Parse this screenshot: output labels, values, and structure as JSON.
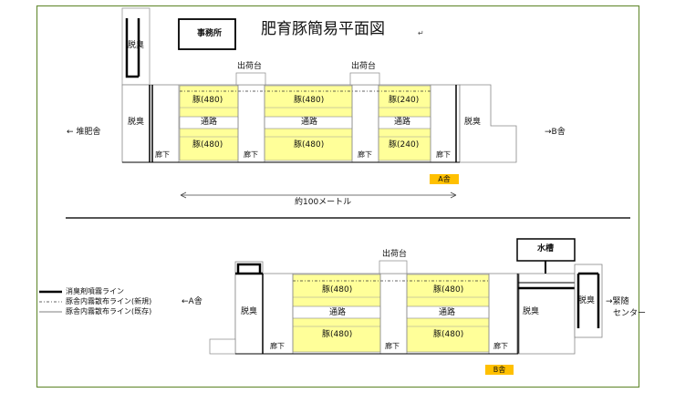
{
  "title": "肥育豚簡易平面図",
  "title_mark": "↵",
  "top": {
    "office": "事務所",
    "deodorizer": "脱臭",
    "shipping": "出荷台",
    "corridor": "廊下",
    "pig_rows": [
      [
        "豚(480)",
        "通路",
        "豚(480)"
      ],
      [
        "豚(480)",
        "通路",
        "豚(480)"
      ],
      [
        "豚(240)",
        "通路",
        "豚(240)"
      ]
    ],
    "left_arrow": "← 堆肥舎",
    "right_arrow": "→B舎",
    "badge": "A舎",
    "dimension": "約100メートル"
  },
  "bottom": {
    "water_tank": "水槽",
    "deodorizer": "脱臭",
    "shipping": "出荷台",
    "corridor": "廊下",
    "pig_rows": [
      [
        "豚(480)",
        "通路",
        "豚(480)"
      ],
      [
        "豚(480)",
        "通路",
        "豚(480)"
      ]
    ],
    "left_arrow": "←A舎",
    "right_arrow": "→緊随",
    "right_arrow_2": "センター",
    "badge": "B舎"
  },
  "legend": [
    {
      "style": "thick",
      "label": "消臭剤噴霧ライン"
    },
    {
      "style": "dashdot",
      "label": "豚舎内霧散布ライン(新規)"
    },
    {
      "style": "thin",
      "label": "豚舎内霧散布ライン(既存)"
    }
  ],
  "colors": {
    "frame": "#6b8f3a",
    "pen": "#ffff99",
    "badge": "#ffc000",
    "rule": "#555555"
  }
}
